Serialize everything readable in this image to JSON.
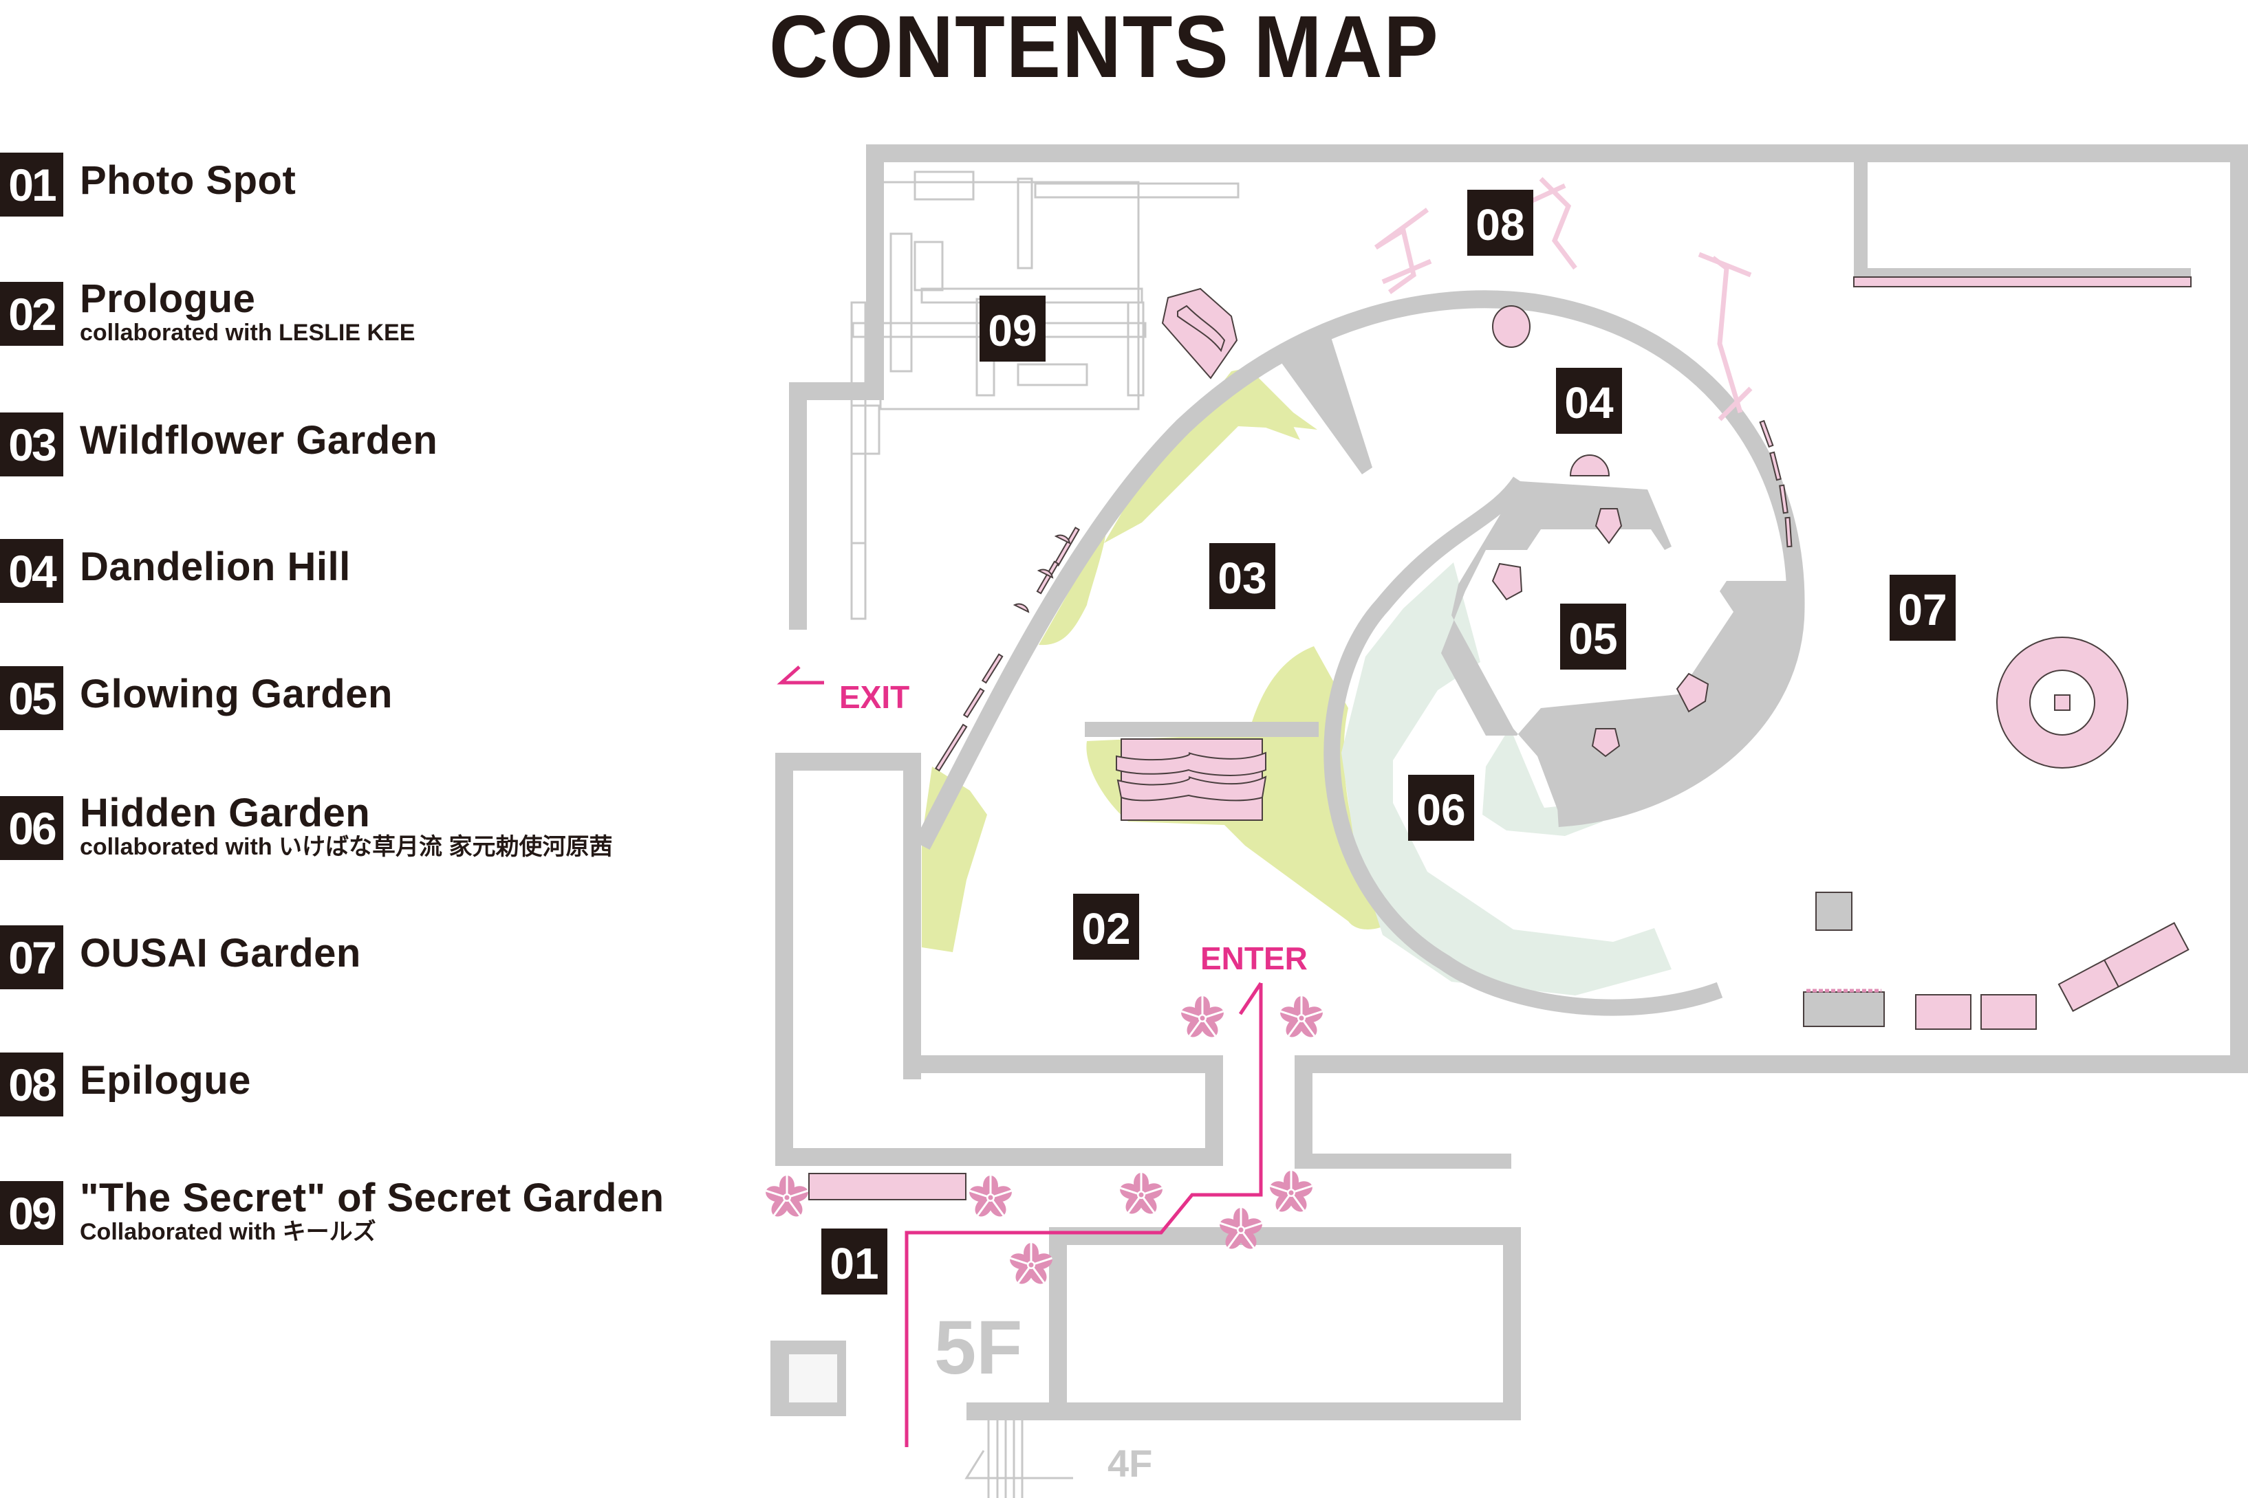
{
  "title": "CONTENTS MAP",
  "legend": [
    {
      "num": "01",
      "name": "Photo Spot",
      "sub": ""
    },
    {
      "num": "02",
      "name": "Prologue",
      "sub": "collaborated with LESLIE KEE"
    },
    {
      "num": "03",
      "name": "Wildflower Garden",
      "sub": ""
    },
    {
      "num": "04",
      "name": "Dandelion Hill",
      "sub": ""
    },
    {
      "num": "05",
      "name": "Glowing Garden",
      "sub": ""
    },
    {
      "num": "06",
      "name": "Hidden Garden",
      "sub": "collaborated with いけばな草月流 家元勅使河原茜"
    },
    {
      "num": "07",
      "name": "OUSAI Garden",
      "sub": ""
    },
    {
      "num": "08",
      "name": "Epilogue",
      "sub": ""
    },
    {
      "num": "09",
      "name": "\"The Secret\" of Secret Garden",
      "sub": "Collaborated with キールズ"
    }
  ],
  "map": {
    "markers": {
      "m01": "01",
      "m02": "02",
      "m03": "03",
      "m04": "04",
      "m05": "05",
      "m06": "06",
      "m07": "07",
      "m08": "08",
      "m09": "09"
    },
    "enter_label": "ENTER",
    "exit_label": "EXIT",
    "floor_current": "5F",
    "floor_below": "4F"
  },
  "colors": {
    "wall": "#c8c8c8",
    "badge": "#231815",
    "accent_pink": "#e5318a",
    "furniture_pink": "#f3cbdd",
    "flower_pink": "#e08fb6",
    "meadow_green": "#e2eba6",
    "hidden_garden": "#e3eee6"
  }
}
